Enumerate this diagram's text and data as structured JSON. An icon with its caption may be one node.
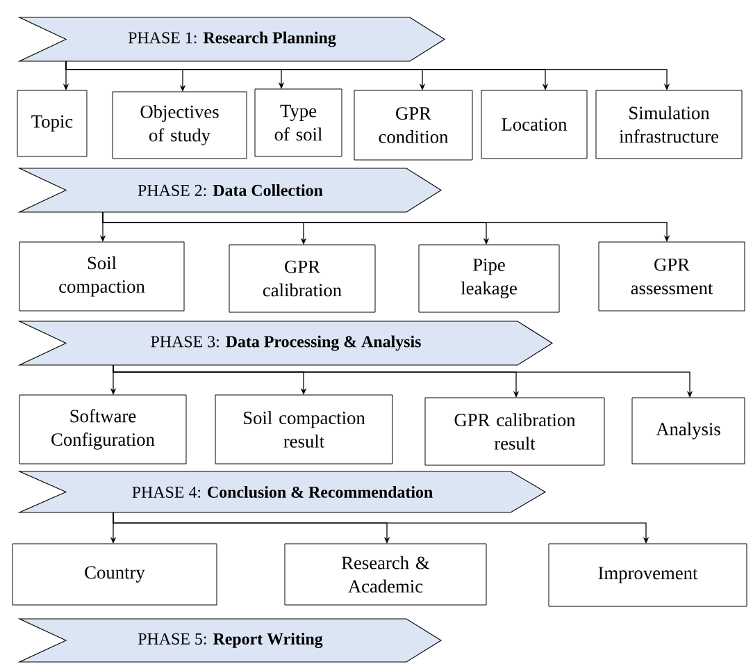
{
  "diagram": {
    "nodes": [
      {
        "text": [
          "PHASE 1: **Research Planning**"
        ]
      },
      {
        "text": [
          "Topic"
        ]
      },
      {
        "text": [
          "Objectives of study"
        ]
      },
      {
        "text": [
          "Type of soil"
        ]
      },
      {
        "text": [
          "GPR condition"
        ]
      },
      {
        "text": [
          "Location"
        ]
      },
      {
        "text": [
          "Simulation infrastructure"
        ]
      },
      {
        "text": [
          "PHASE 2: **Data Collection**"
        ]
      },
      {
        "text": [
          "Soil compaction"
        ]
      },
      {
        "text": [
          "GPR calibration"
        ]
      },
      {
        "text": [
          "Pipe leakage"
        ]
      },
      {
        "text": [
          "GPR assessment"
        ]
      },
      {
        "text": [
          "PHASE 3: **Data Processing & Analysis**"
        ]
      },
      {
        "text": [
          "Software Configuration"
        ]
      },
      {
        "text": [
          "Soil compaction result"
        ]
      },
      {
        "text": [
          "GPR calibration result"
        ]
      },
      {
        "text": [
          "Analysis"
        ]
      },
      {
        "text": [
          "PHASE 4: **Conclusion & Recommendation**"
        ]
      },
      {
        "text": [
          "Country"
        ]
      },
      {
        "text": [
          "Research & Academic"
        ]
      },
      {
        "text": [
          "Improvement"
        ]
      },
      {
        "text": [
          "PHASE 5: **Report Writing**"
        ]
      }
    ],
    "edges": [
      {
        "from": 0,
        "to": 1,
        "arrow": "to"
      },
      {
        "from": 0,
        "to": 2,
        "arrow": "to"
      },
      {
        "from": 0,
        "to": 3,
        "arrow": "to"
      },
      {
        "from": 0,
        "to": 4,
        "arrow": "to"
      },
      {
        "from": 0,
        "to": 5,
        "arrow": "to"
      },
      {
        "from": 0,
        "to": 6,
        "arrow": "to"
      },
      {
        "from": 7,
        "to": 8,
        "arrow": "to"
      },
      {
        "from": 7,
        "to": 9,
        "arrow": "to"
      },
      {
        "from": 7,
        "to": 10,
        "arrow": "to"
      },
      {
        "from": 7,
        "to": 11,
        "arrow": "to"
      },
      {
        "from": 12,
        "to": 13,
        "arrow": "to"
      },
      {
        "from": 12,
        "to": 14,
        "arrow": "to"
      },
      {
        "from": 12,
        "to": 15,
        "arrow": "to"
      },
      {
        "from": 12,
        "to": 16,
        "arrow": "to"
      },
      {
        "from": 17,
        "to": 18,
        "arrow": "to"
      },
      {
        "from": 17,
        "to": 19,
        "arrow": "to"
      },
      {
        "from": 17,
        "to": 20,
        "arrow": "to"
      }
    ]
  }
}
